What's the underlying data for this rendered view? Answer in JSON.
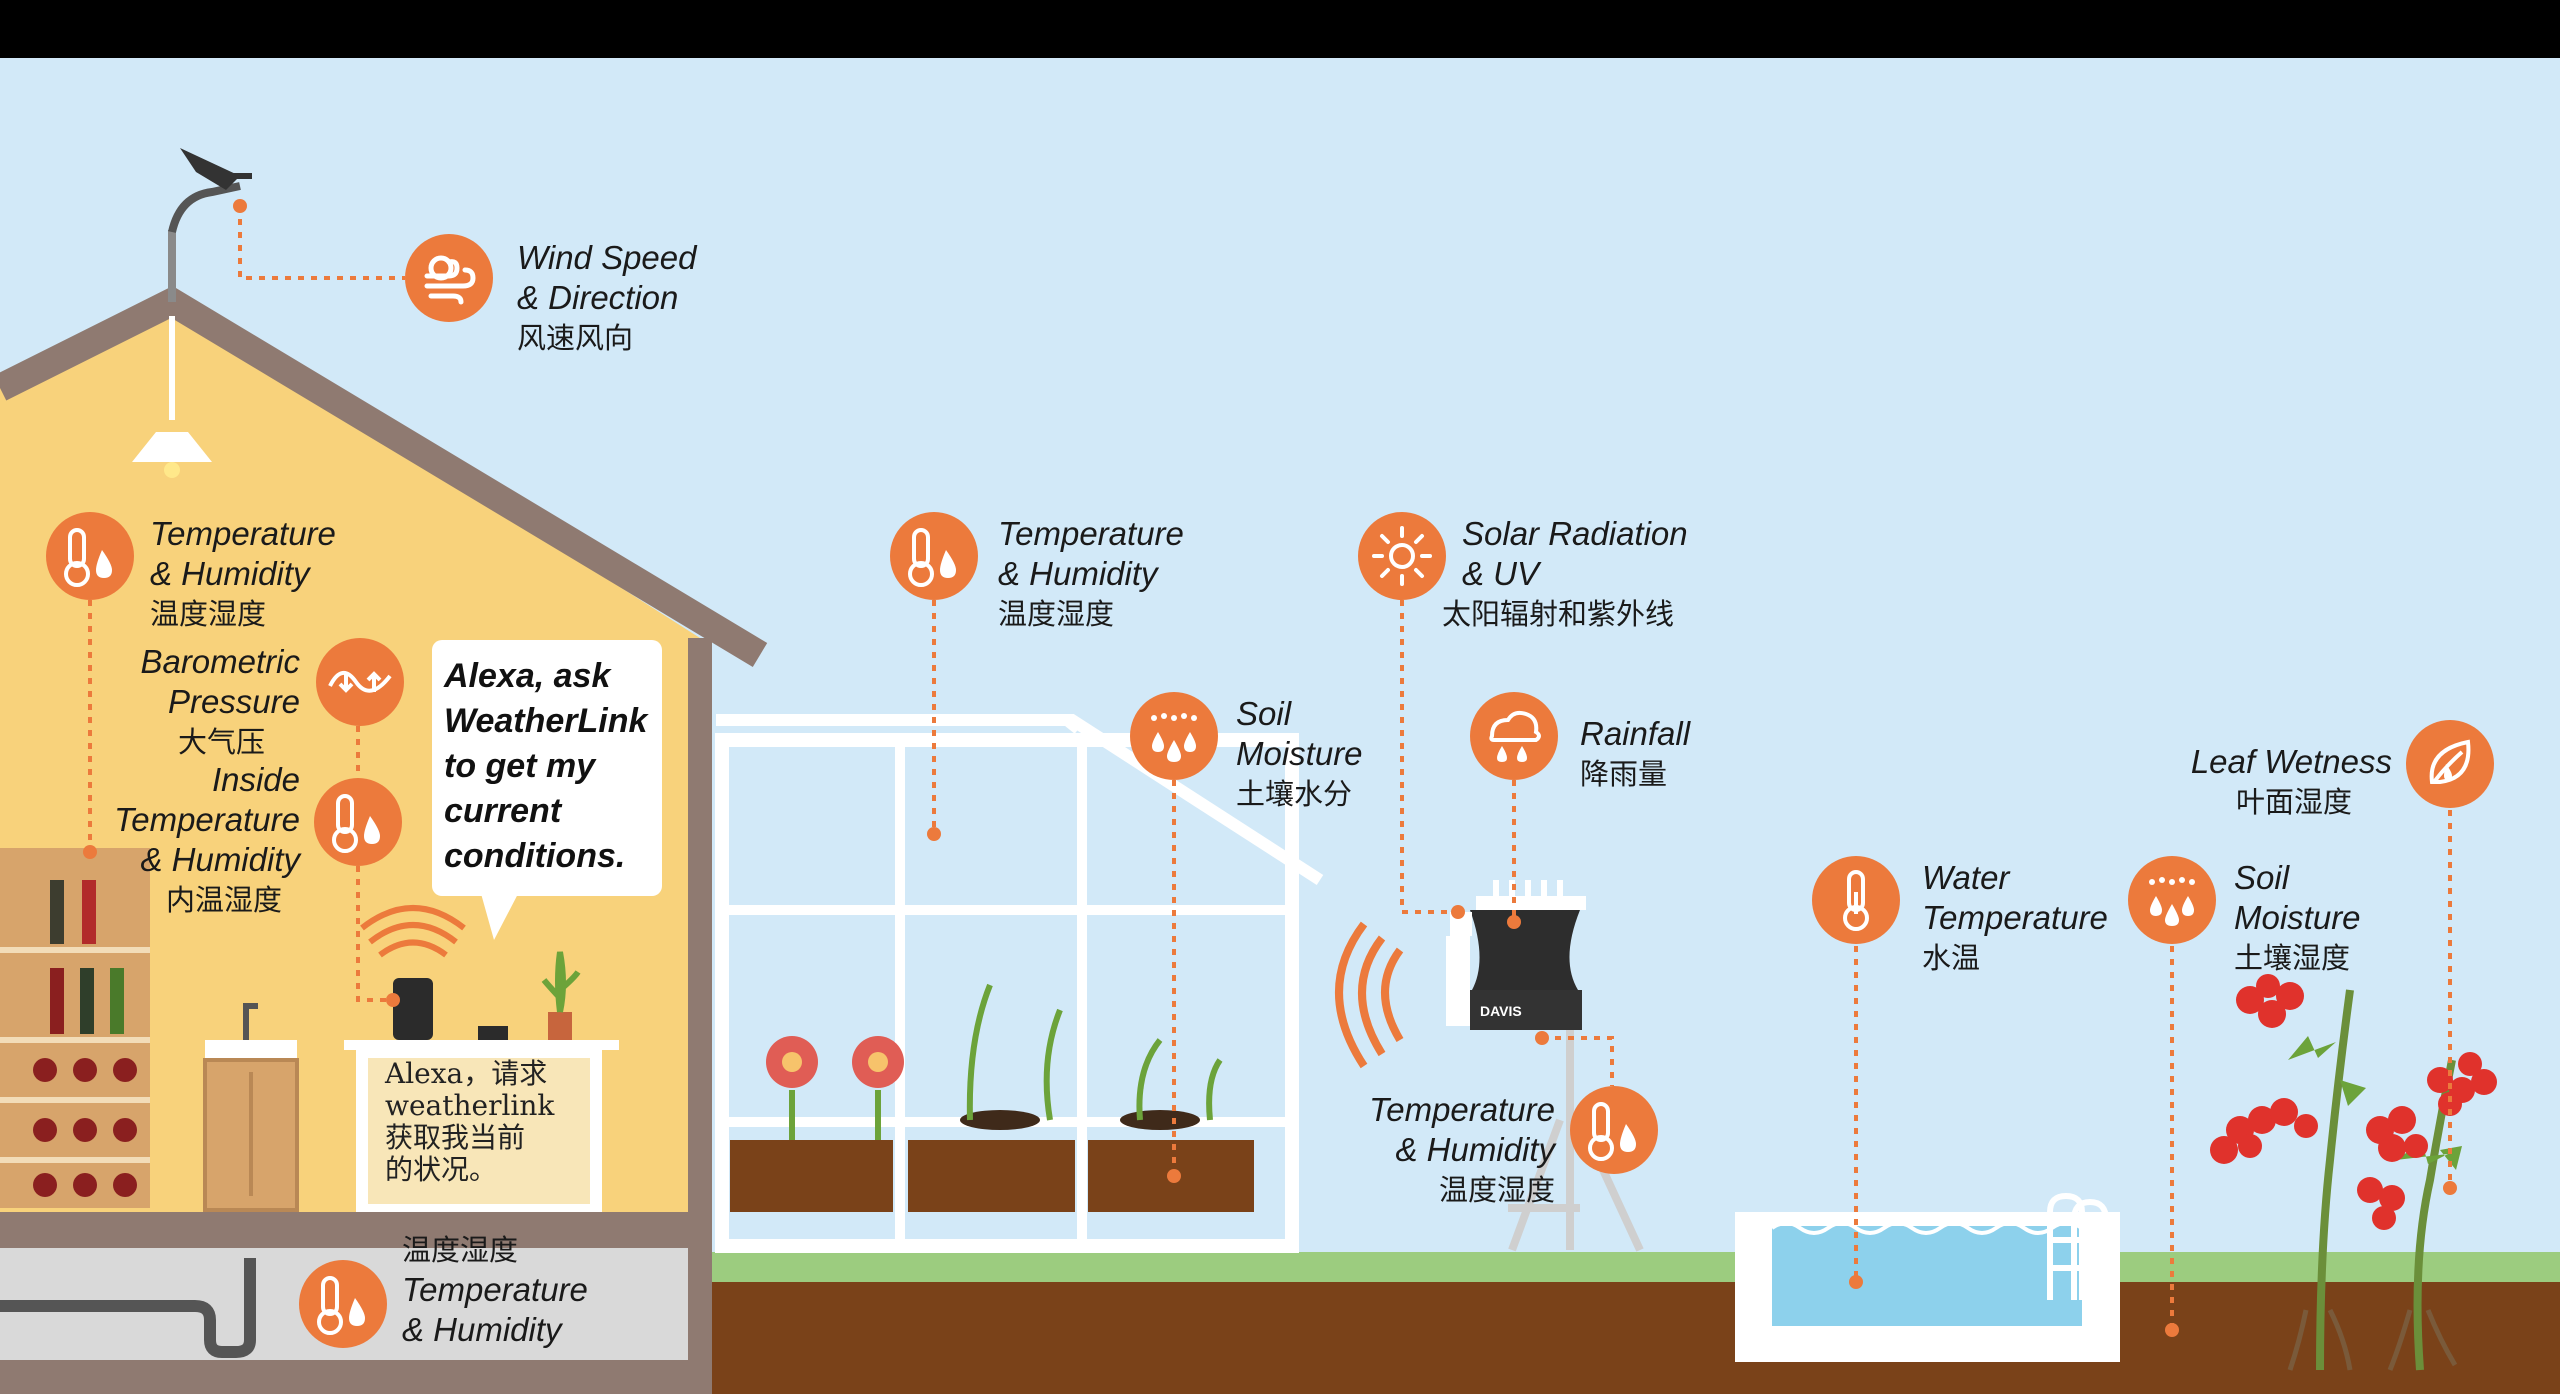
{
  "labels": {
    "wind": {
      "en1": "Wind Speed",
      "en2": "& Direction",
      "cn": "风速风向"
    },
    "house_th": {
      "en1": "Temperature",
      "en2": "& Humidity",
      "cn": "温度湿度"
    },
    "baro": {
      "en1": "Barometric",
      "en2": "Pressure",
      "cn": "大气压"
    },
    "inside_th": {
      "en1": "Inside",
      "en2": "Temperature",
      "en3": "& Humidity",
      "cn": "内温湿度"
    },
    "basement_th": {
      "cn": "温度湿度",
      "en1": "Temperature",
      "en2": "& Humidity"
    },
    "greenhouse_th": {
      "en1": "Temperature",
      "en2": "& Humidity",
      "cn": "温度湿度"
    },
    "greenhouse_soil": {
      "en1": "Soil",
      "en2": "Moisture",
      "cn": "土壤水分"
    },
    "solar": {
      "en1": "Solar Radiation",
      "en2": "& UV",
      "cn": "太阳辐射和紫外线"
    },
    "rain": {
      "en1": "Rainfall",
      "cn": "降雨量"
    },
    "station_th": {
      "en1": "Temperature",
      "en2": "& Humidity",
      "cn": "温度湿度"
    },
    "water": {
      "en1": "Water",
      "en2": "Temperature",
      "cn": "水温"
    },
    "field_soil": {
      "en1": "Soil",
      "en2": "Moisture",
      "cn": "土壤湿度"
    },
    "leaf": {
      "en1": "Leaf Wetness",
      "cn": "叶面湿度"
    }
  },
  "speech_bubble": {
    "text": "Alexa, ask\nWeatherLink\nto get my\ncurrent\nconditions."
  },
  "sign_board": {
    "text": "Alexa，请求\nweatherlink\n获取我当前\n的状况。"
  },
  "station_brand": "DAVIS",
  "icons": [
    "wind-icon",
    "thermometer-droplet-icon",
    "pressure-wave-icon",
    "sun-icon",
    "cloud-rain-icon",
    "soil-moisture-icon",
    "leaf-icon",
    "thermometer-icon"
  ],
  "colors": {
    "sky": "#cfe8f7",
    "house": "#f8d27b",
    "roof": "#8f7a71",
    "accent": "#ec7a3c",
    "grass": "#9ccc7f",
    "soil": "#7a4219",
    "water": "#8dd1ec"
  }
}
